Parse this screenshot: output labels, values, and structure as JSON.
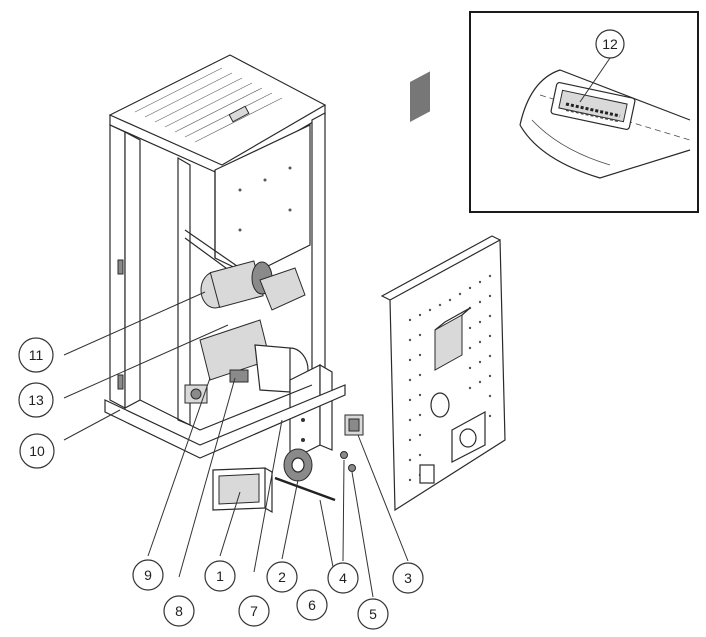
{
  "callouts": [
    {
      "id": "1",
      "label": "1"
    },
    {
      "id": "2",
      "label": "2"
    },
    {
      "id": "3",
      "label": "3"
    },
    {
      "id": "4",
      "label": "4"
    },
    {
      "id": "5",
      "label": "5"
    },
    {
      "id": "6",
      "label": "6"
    },
    {
      "id": "7",
      "label": "7"
    },
    {
      "id": "8",
      "label": "8"
    },
    {
      "id": "9",
      "label": "9"
    },
    {
      "id": "10",
      "label": "10"
    },
    {
      "id": "11",
      "label": "11"
    },
    {
      "id": "12",
      "label": "12"
    },
    {
      "id": "13",
      "label": "13"
    }
  ],
  "colors": {
    "line": "#2a2a2a",
    "part_fill": "#d9d9d9",
    "background": "#ffffff"
  }
}
